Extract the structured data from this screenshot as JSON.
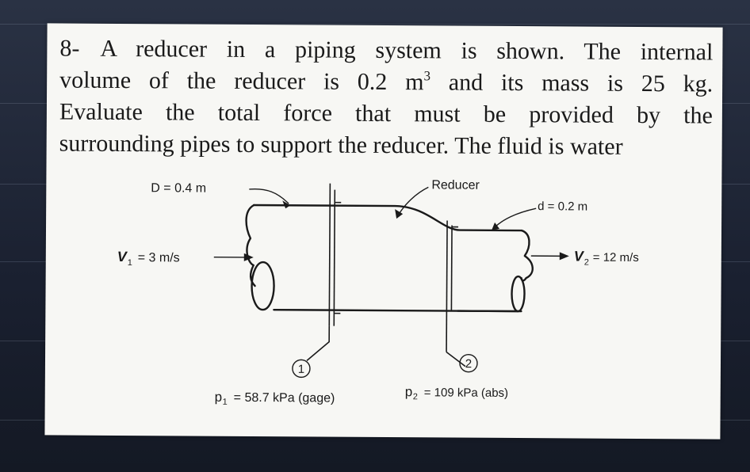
{
  "problem": {
    "number": "8-",
    "line1": "A reducer in a piping system is shown. The internal",
    "line2_pre": "volume of the reducer is 0.2 m",
    "line2_exp": "3",
    "line2_post": " and its mass is 25 kg.",
    "line3": "Evaluate the total force that must be provided by the",
    "line4": "surrounding pipes to support the reducer. The fluid is water"
  },
  "figure": {
    "D_label": "D = 0.4 m",
    "reducer_label": "Reducer",
    "d_label": "d = 0.2 m",
    "v1_symbol": "V",
    "v1_sub": "1",
    "v1_value": "= 3 m/s",
    "v2_symbol": "V",
    "v2_sub": "2",
    "v2_value": "= 12 m/s",
    "section1": "1",
    "section2": "2",
    "p1_symbol": "p",
    "p1_sub": "1",
    "p1_value": "= 58.7 kPa (gage)",
    "p2_symbol": "p",
    "p2_sub": "2",
    "p2_value": "= 109 kPa (abs)"
  }
}
